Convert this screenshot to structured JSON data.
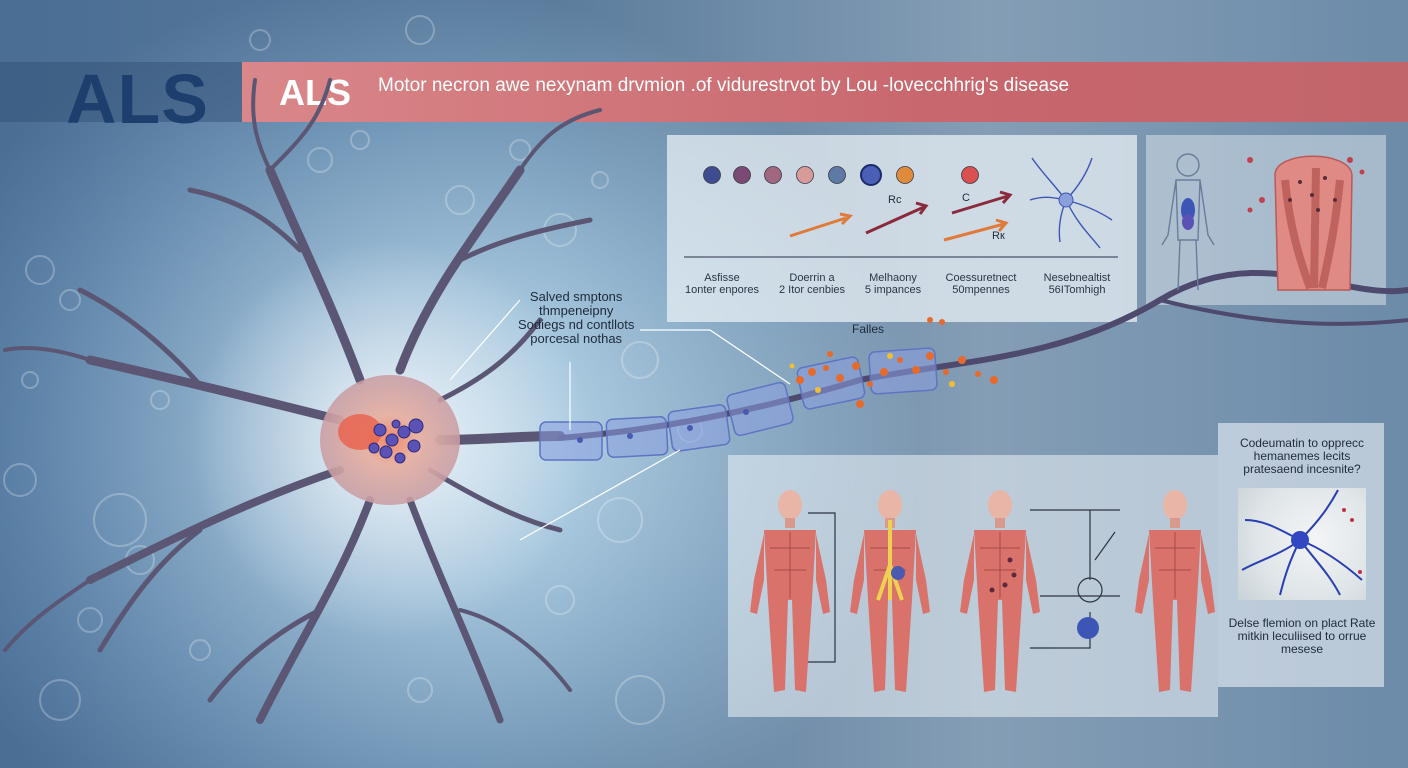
{
  "title": {
    "big": "ALS",
    "small": "ALS",
    "subtitle": "Motor necron awe nexynam drvmion .of vidurestrvot by Lou -lovecchhrig's disease"
  },
  "symptom_note": {
    "lines": [
      "Salved smptons",
      "thmpeneipny",
      "Sodiegs nd contllots",
      "porcesal nothas"
    ]
  },
  "progression": {
    "dots": [
      "#3f4c8f",
      "#7b4a72",
      "#a0677f",
      "#d99a9a",
      "#5c7aa3",
      "#4a5fb5",
      "#e08a3c",
      "#d85050"
    ],
    "arrow_labels": [
      "Rc",
      "C",
      "Rк"
    ],
    "columns": [
      {
        "line1": "Asfisse",
        "line2": "1onter enpores"
      },
      {
        "line1": "Doerrin a",
        "line2": "2 Itor cenbies"
      },
      {
        "line1": "Melhaony",
        "line2": "5 impances"
      },
      {
        "line1": "Coessuretnect",
        "line2": "50mpennes"
      },
      {
        "line1": "Nesebnealtist",
        "line2": "56ITomhigh"
      }
    ]
  },
  "axon_label": "Falles",
  "right_panel": {
    "top_text": "Codeumatin to opprecc hemanemes lecits pratesaend incesnite?",
    "bottom_text": "Delse flemion on plact Rate mitkin leculiised to orrue mesese"
  },
  "colors": {
    "title_band": "#c8676d",
    "title_dark": "#1c3f6e",
    "neuron": "#d9b3ad",
    "dendrite": "#5b5673",
    "muscle": "#d9726a",
    "myelin": "#6f86c8"
  }
}
